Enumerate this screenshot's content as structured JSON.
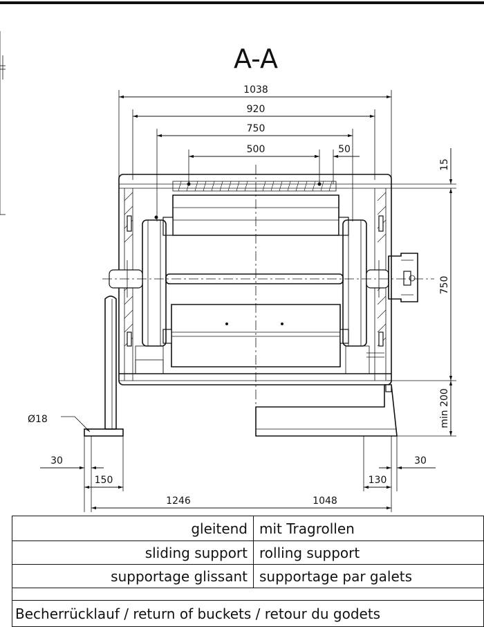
{
  "section_title": "A-A",
  "dimensions": {
    "d1038": "1038",
    "d920": "920",
    "d750h": "750",
    "d500": "500",
    "d50": "50",
    "d15": "15",
    "d750v": "750",
    "dmin200": "min 200",
    "dphi18": "Ø18",
    "d30left": "30",
    "d150": "150",
    "d1246": "1246",
    "d1048": "1048",
    "d130": "130",
    "d30right": "30"
  },
  "legend": {
    "rows": [
      {
        "left": "gleitend",
        "right": "mit Tragrollen"
      },
      {
        "left": "sliding support",
        "right": "rolling support"
      },
      {
        "left": "supportage glissant",
        "right": "supportage par galets"
      }
    ],
    "footer": "Becherrücklauf / return of buckets / retour du godets"
  }
}
